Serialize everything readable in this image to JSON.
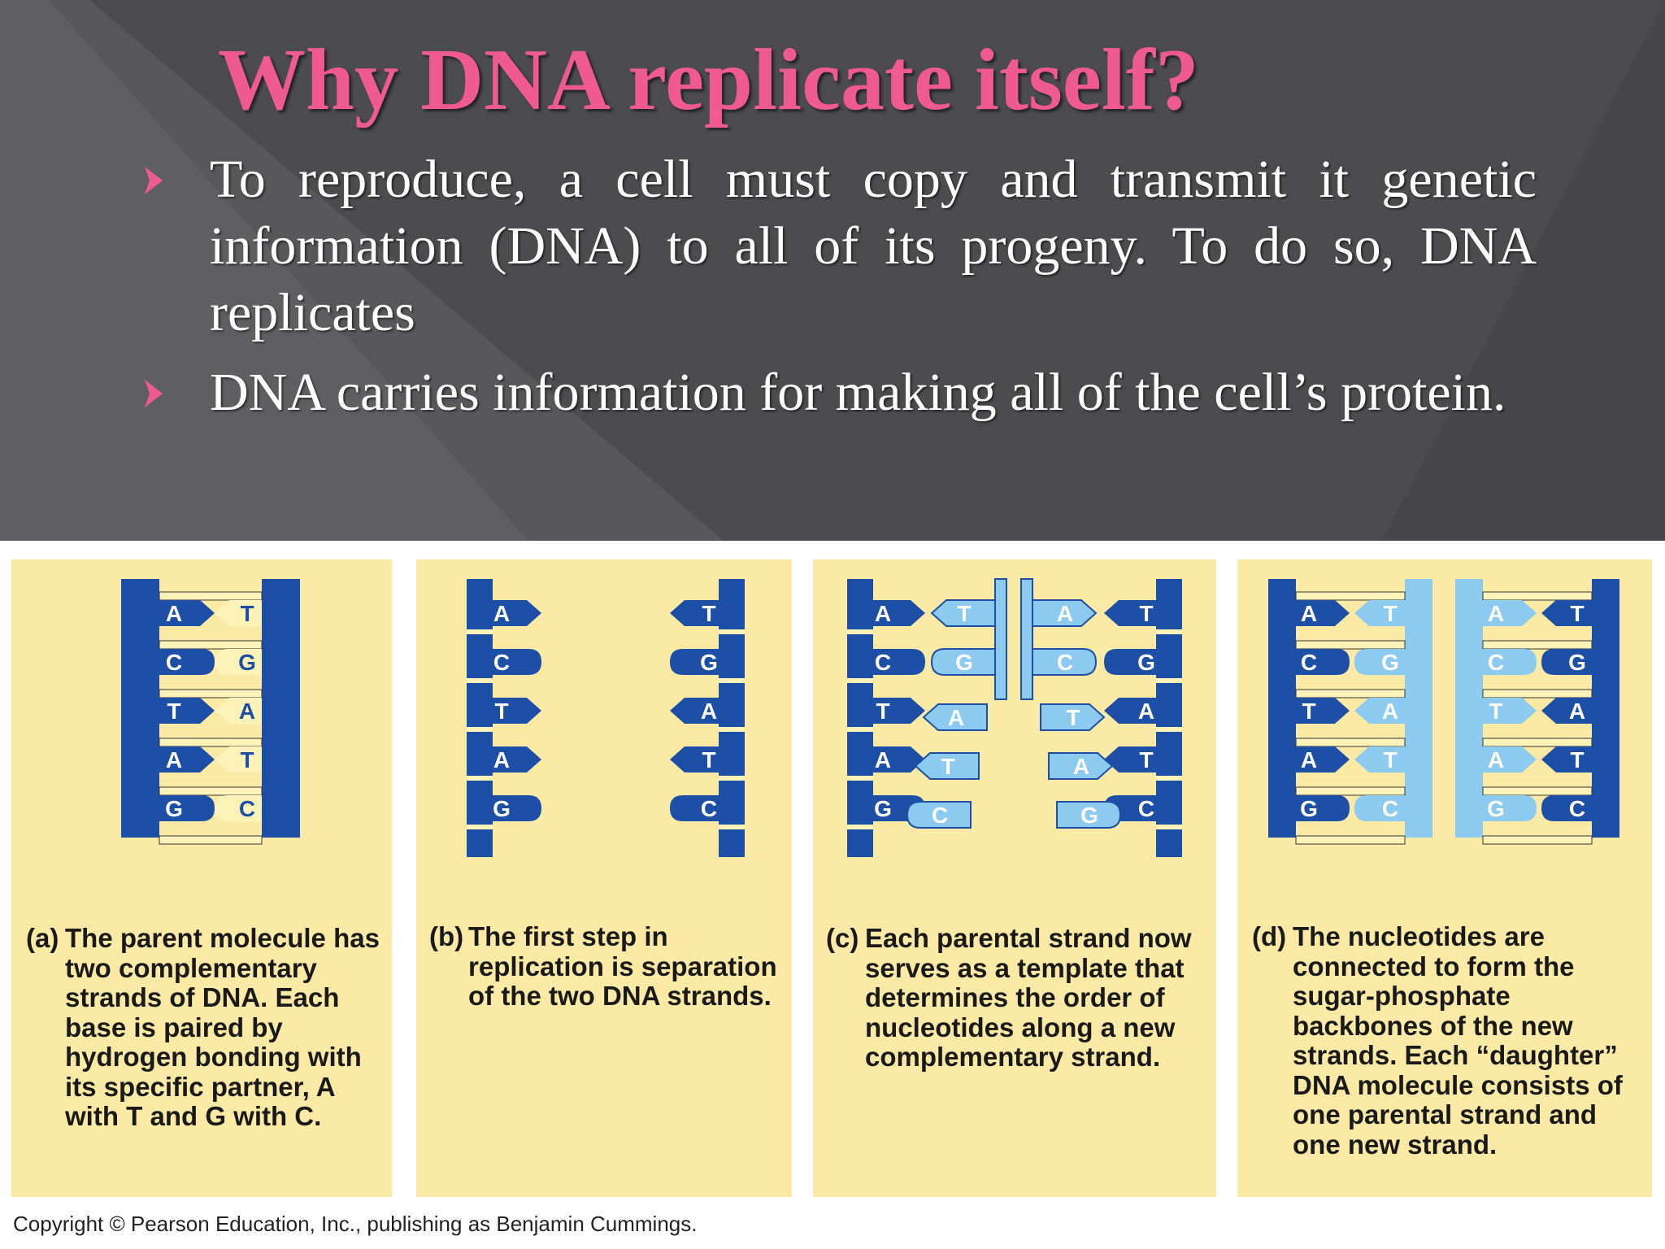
{
  "slide": {
    "title": "Why DNA replicate itself?",
    "bullets": [
      "To reproduce, a cell must copy and transmit it genetic information (DNA) to all of its progeny. To do so, DNA replicates",
      "DNA carries information for making all of the cell’s protein."
    ]
  },
  "figure": {
    "panels": [
      {
        "letter": "(a)",
        "caption": "The parent molecule has two complementary strands of DNA. Each base is paired by hydrogen bonding with its specific partner, A with T and G with C."
      },
      {
        "letter": "(b)",
        "caption": "The first step in replication is separation of the two DNA strands."
      },
      {
        "letter": "(c)",
        "caption": "Each parental strand now serves as a template that determines the order of nucleotides along a new complementary strand."
      },
      {
        "letter": "(d)",
        "caption": "The nucleotides are connected to form the sugar-phosphate backbones of the new strands. Each “daughter” DNA molecule consists of one parental strand and one new strand."
      }
    ],
    "left_bases": [
      "A",
      "C",
      "T",
      "A",
      "G"
    ],
    "right_bases": [
      "T",
      "G",
      "A",
      "T",
      "C"
    ],
    "copyright": "Copyright © Pearson Education, Inc., publishing as Benjamin Cummings."
  },
  "colors": {
    "background_dark": "#4c4c4e",
    "title_pink": "#ef5b8f",
    "panel_yellow": "#fbeaa5",
    "strand_dark_blue": "#1e4fa6",
    "strand_light_blue": "#8ccaf0",
    "rung_cream": "#fdf2b8"
  }
}
